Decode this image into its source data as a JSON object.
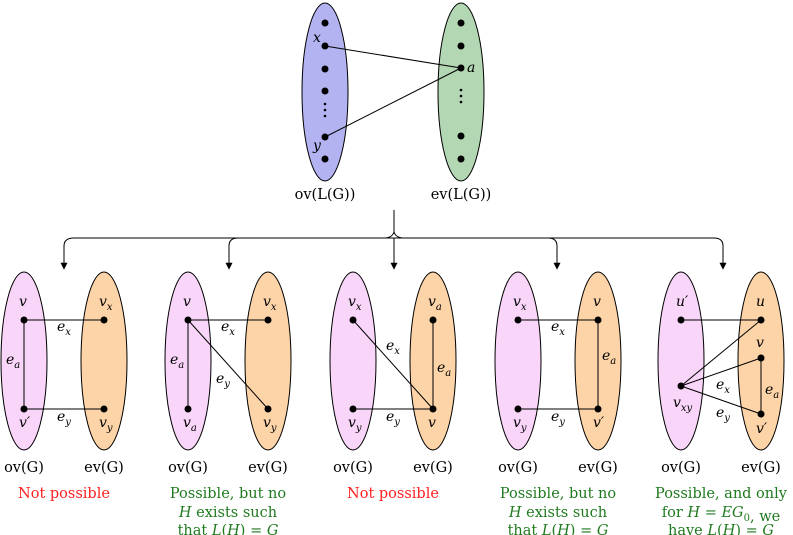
{
  "top": {
    "left_set_caption": "ov(L(G))",
    "right_set_caption": "ev(L(G))",
    "vertex_x": "x",
    "vertex_y": "y",
    "vertex_a": "a",
    "left_fill": "#b3b3f2",
    "right_fill": "#b3d6b3"
  },
  "colors": {
    "pink": "#f9d6f9",
    "orange": "#fdd4a8",
    "red": "#ff2020",
    "green": "#1f7a1f"
  },
  "cases": [
    {
      "left_caption": "ov(G)",
      "right_caption": "ev(G)",
      "labels": {
        "v_top_left": "v",
        "v_bot_left": "v′",
        "v_top_right": "v_x",
        "v_bot_right": "v_y",
        "e_left": "e_a",
        "e_top": "e_x",
        "e_bot": "e_y"
      },
      "verdict": [
        "Not possible"
      ]
    },
    {
      "left_caption": "ov(G)",
      "right_caption": "ev(G)",
      "labels": {
        "v_top_left": "v",
        "v_bot_left": "v_a",
        "v_top_right": "v_x",
        "v_bot_right": "v_y",
        "e_left": "e_a",
        "e_top": "e_x",
        "e_diag": "e_y"
      },
      "verdict": [
        "Possible, but no",
        "H exists such",
        "that L(H) = G"
      ]
    },
    {
      "left_caption": "ov(G)",
      "right_caption": "ev(G)",
      "labels": {
        "v_top_left": "v_x",
        "v_bot_left": "v_y",
        "v_top_right": "v_a",
        "v_bot_right": "v",
        "e_right": "e_a",
        "e_diag": "e_x",
        "e_bot": "e_y"
      },
      "verdict": [
        "Not possible"
      ]
    },
    {
      "left_caption": "ov(G)",
      "right_caption": "ev(G)",
      "labels": {
        "v_top_left": "v_x",
        "v_bot_left": "v_y",
        "v_top_right": "v",
        "v_bot_right": "v′",
        "e_right": "e_a",
        "e_top": "e_x",
        "e_bot": "e_y"
      },
      "verdict": [
        "Possible, but no",
        "H exists such",
        "that L(H) = G"
      ]
    },
    {
      "left_caption": "ov(G)",
      "right_caption": "ev(G)",
      "labels": {
        "v_top_left": "u′",
        "v_bot_left": "v_xy",
        "v_top_right": "u",
        "v_mid_right": "v",
        "v_bot_right": "v′",
        "e_right": "e_a",
        "e_x": "e_x",
        "e_y": "e_y"
      },
      "verdict": [
        "Possible, and only",
        "for H = EG_0, we",
        "have L(H) = G"
      ]
    }
  ]
}
